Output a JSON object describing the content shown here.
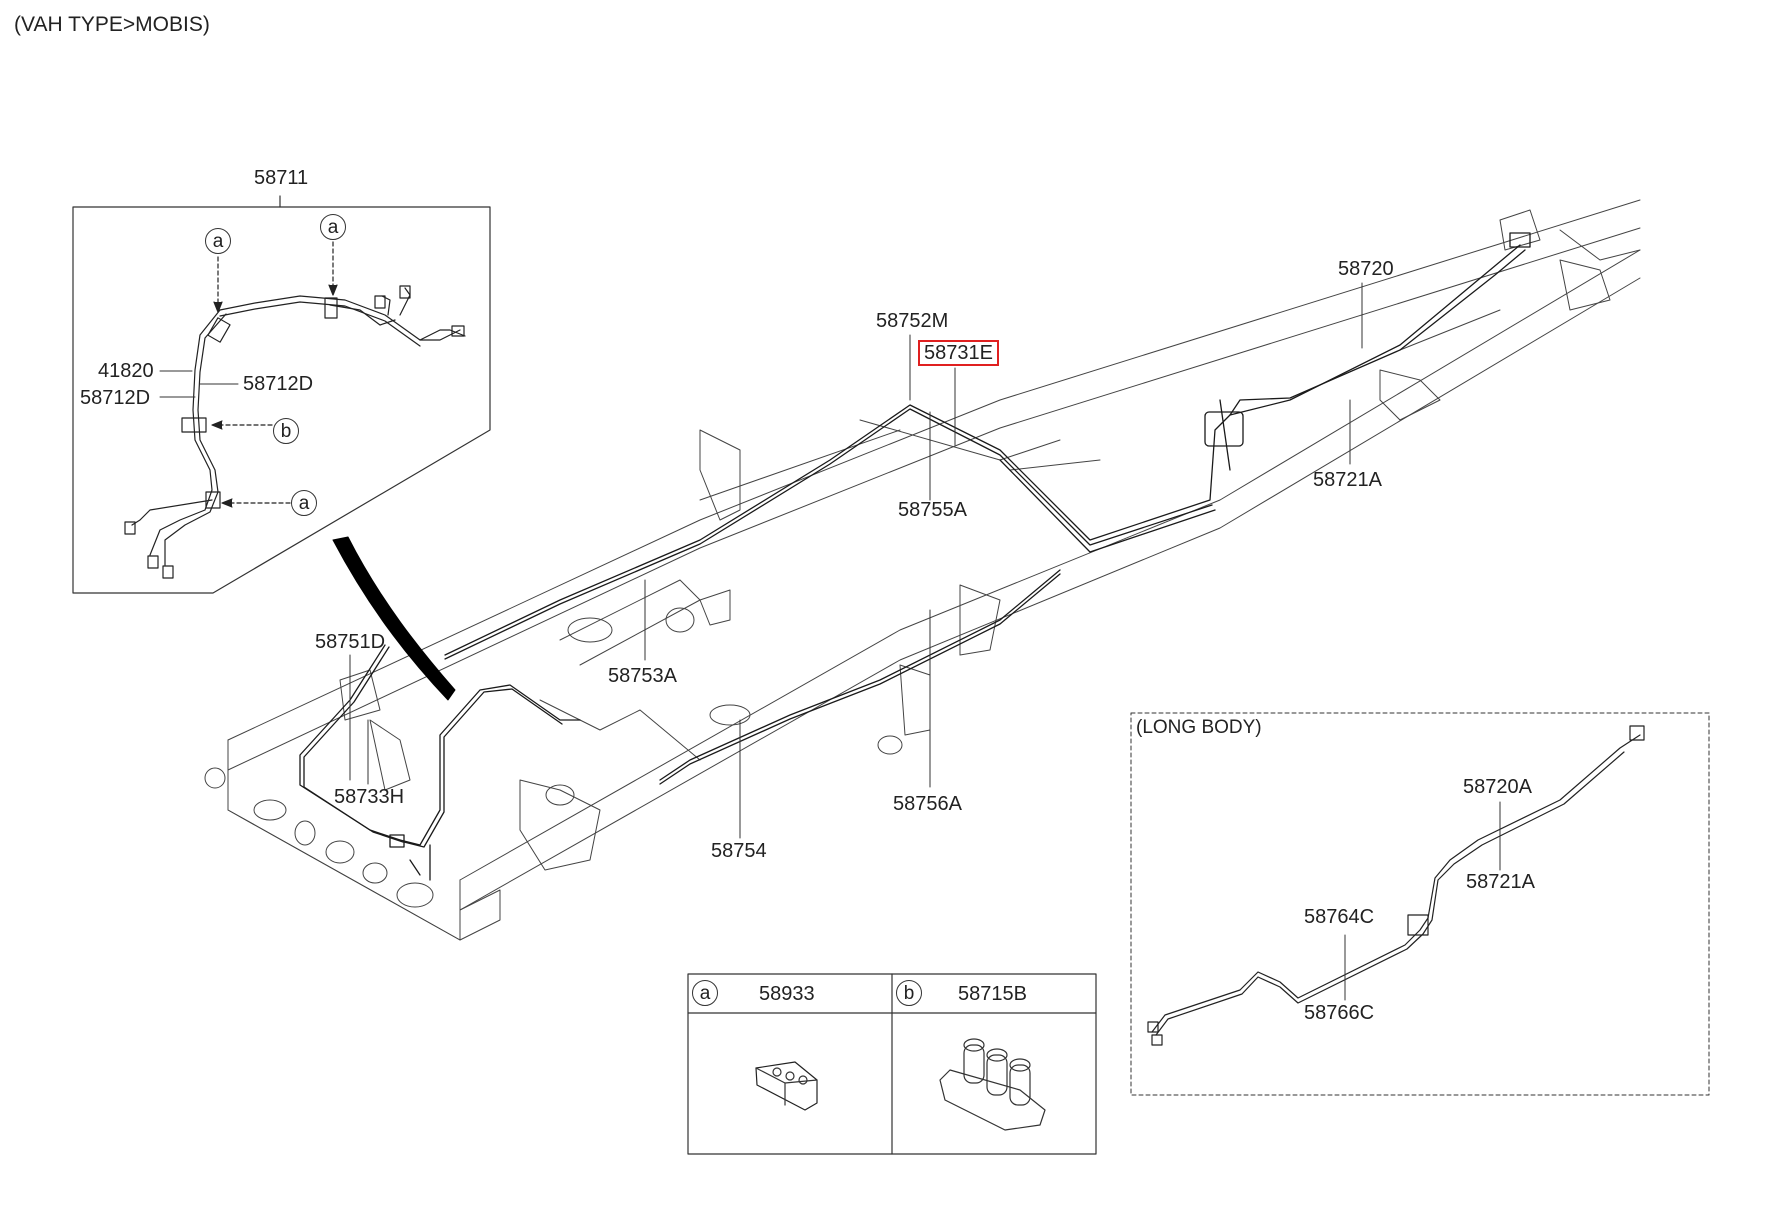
{
  "header": "(VAH TYPE>MOBIS)",
  "inset_title": "58711",
  "inset_labels": [
    "41820",
    "58712D",
    "58712D"
  ],
  "inset_callouts": [
    "a",
    "a",
    "b",
    "a"
  ],
  "main_labels": {
    "l58752M": "58752M",
    "l58731E": "58731E",
    "l58755A": "58755A",
    "l58720": "58720",
    "l58721A": "58721A",
    "l58751D": "58751D",
    "l58753A": "58753A",
    "l58733H": "58733H",
    "l58754": "58754",
    "l58756A": "58756A"
  },
  "highlighted_part": "58731E",
  "long_body": {
    "title": "(LONG BODY)",
    "labels": [
      "58720A",
      "58721A",
      "58764C",
      "58766C"
    ]
  },
  "legend": {
    "cells": [
      {
        "key": "a",
        "part": "58933"
      },
      {
        "key": "b",
        "part": "58715B"
      }
    ]
  },
  "colors": {
    "line": "#222222",
    "highlight": "#e02020"
  }
}
